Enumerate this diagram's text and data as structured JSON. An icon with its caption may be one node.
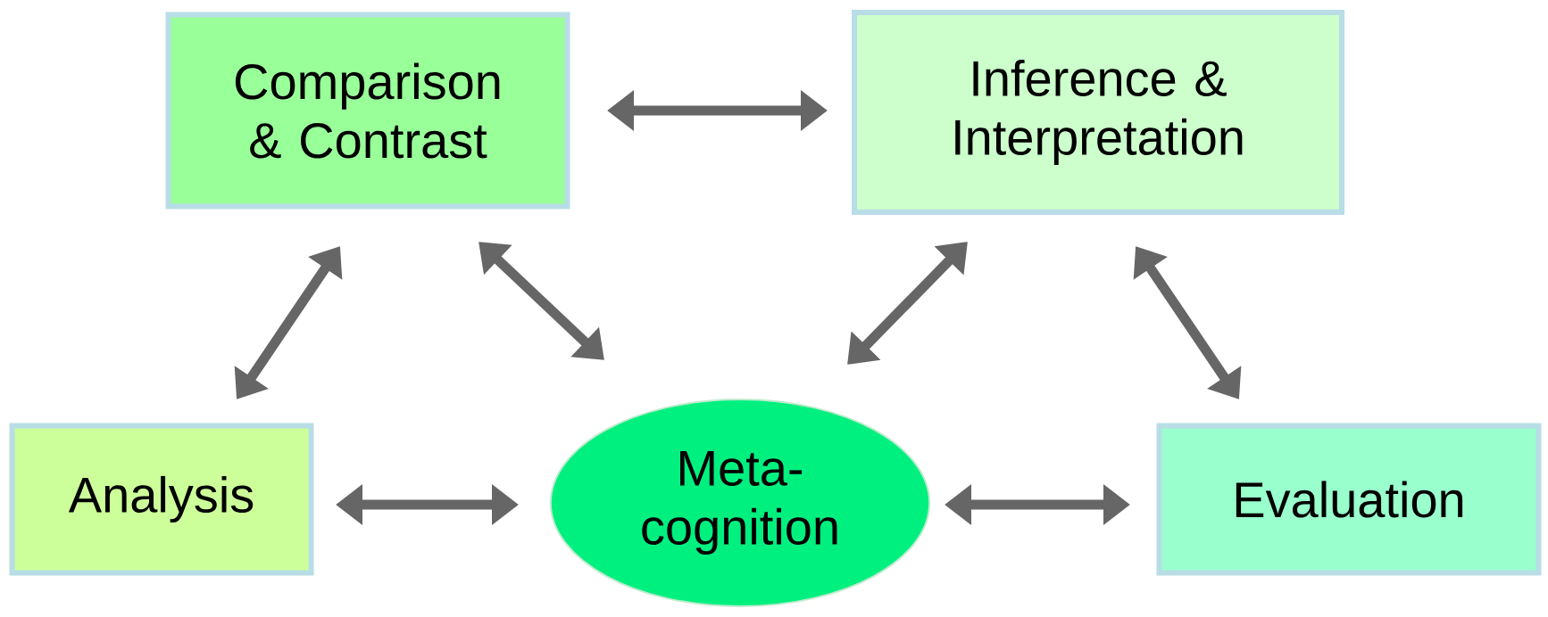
{
  "diagram": {
    "nodes": [
      {
        "text": [
          "Comparison & Contrast"
        ]
      },
      {
        "text": [
          "Inference & Interpretation"
        ]
      },
      {
        "text": [
          "Analysis"
        ]
      },
      {
        "text": [
          "Meta-cognition"
        ]
      },
      {
        "text": [
          "Evaluation"
        ]
      }
    ],
    "edges": [
      {
        "from": 0,
        "to": 1,
        "arrow": "both"
      },
      {
        "from": 2,
        "to": 0,
        "arrow": "both"
      },
      {
        "from": 0,
        "to": 3,
        "arrow": "both"
      },
      {
        "from": 1,
        "to": 3,
        "arrow": "both"
      },
      {
        "from": 1,
        "to": 4,
        "arrow": "both"
      },
      {
        "from": 2,
        "to": 3,
        "arrow": "both"
      },
      {
        "from": 3,
        "to": 4,
        "arrow": "both"
      }
    ]
  }
}
